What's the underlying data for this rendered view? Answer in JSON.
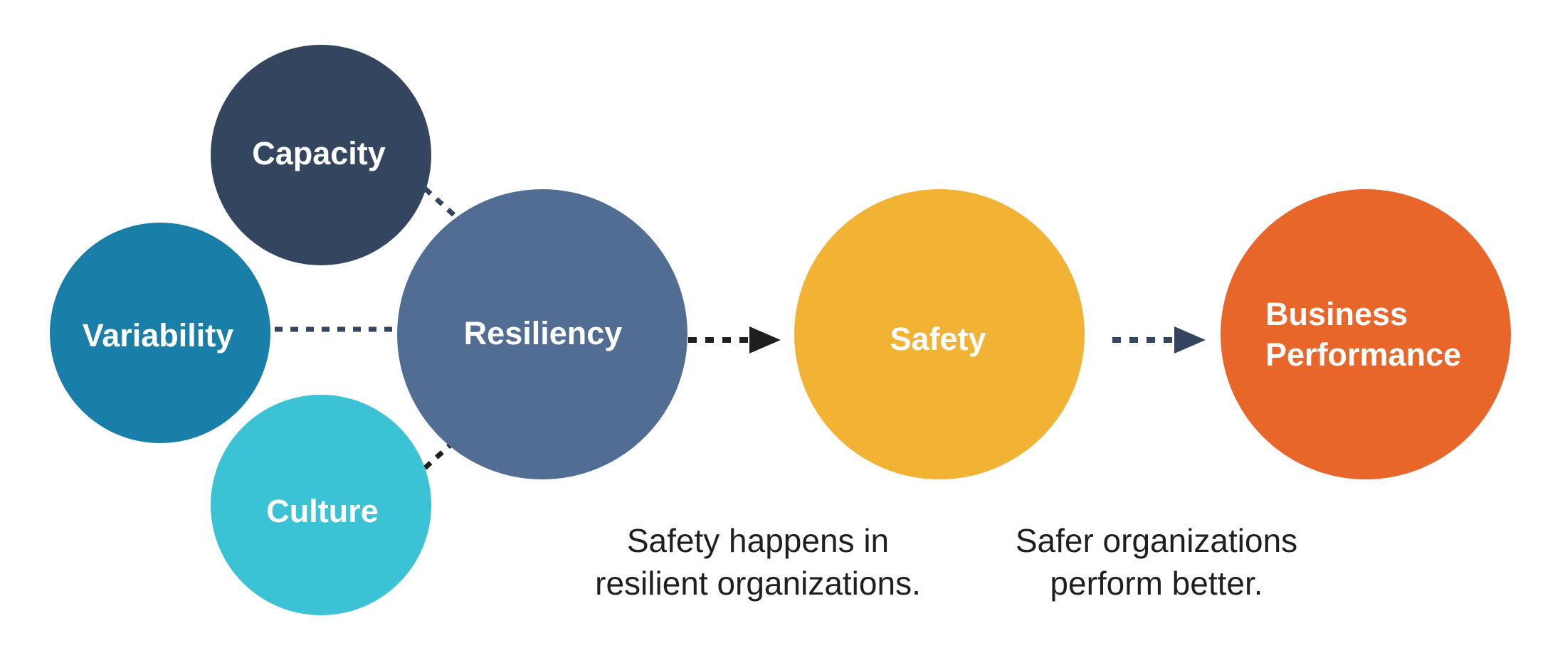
{
  "diagram": {
    "nodes": {
      "capacity": {
        "label": "Capacity",
        "color": "#34465f"
      },
      "variability": {
        "label": "Variability",
        "color": "#1a7fa8"
      },
      "culture": {
        "label": "Culture",
        "color": "#3bc2d4"
      },
      "resiliency": {
        "label": "Resiliency",
        "color": "#526d93"
      },
      "safety": {
        "label": "Safety",
        "color": "#f2b233"
      },
      "business_performance": {
        "label_line1": "Business",
        "label_line2": "Performance",
        "color": "#e9662a"
      }
    },
    "connector_colors": {
      "input": "#34465f",
      "arrow_to_safety": "#1f1f1f",
      "arrow_to_business": "#34465f"
    },
    "captions": {
      "resiliency_to_safety": {
        "line1": "Safety happens in",
        "line2": "resilient organizations."
      },
      "safety_to_business": {
        "line1": "Safer organizations",
        "line2": "perform better."
      }
    }
  }
}
